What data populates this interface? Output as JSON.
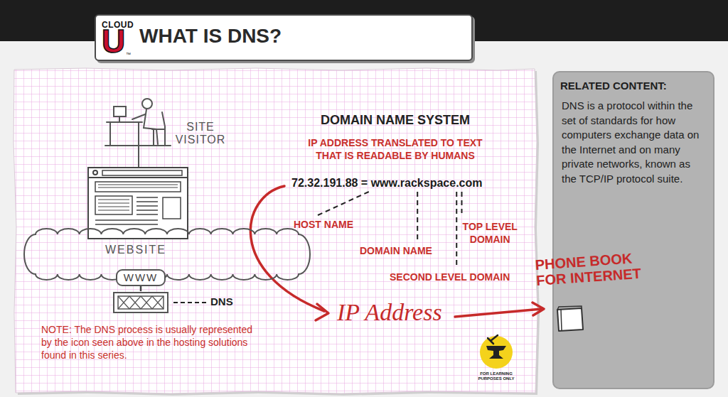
{
  "diagram": {
    "title": "WHAT IS DNS?",
    "nodes": [
      {
        "text": [
          "WEBSITE"
        ]
      },
      {
        "text": [
          "WWW"
        ]
      },
      {
        "text": [
          "DNS"
        ]
      },
      {
        "text": [
          "PHONE BOOK FOR INTERNET"
        ]
      },
      {
        "text": [
          "RELATED CONTENT:",
          "DNS is a protocol within the set of standards for how computers exchange data on the Internet and on many private networks, known as the TCP/IP protocol suite."
        ]
      }
    ],
    "edges": [
      {
        "from": 1,
        "to": 2,
        "arrow": "none"
      }
    ],
    "labels": [
      "CLOUD",
      "U",
      "™",
      "SITE VISITOR",
      "DOMAIN NAME SYSTEM",
      "IP ADDRESS TRANSLATED TO TEXT THAT IS READABLE BY HUMANS",
      "72.32.191.88 = www.rackspace.com",
      "HOST NAME",
      "DOMAIN NAME",
      "TOP LEVEL DOMAIN",
      "SECOND LEVEL DOMAIN",
      "IP Address",
      "NOTE: The DNS process is usually represented by the icon seen above in the hosting solutions found in this series.",
      "FOR LEARNING PURPOSES ONLY"
    ]
  }
}
